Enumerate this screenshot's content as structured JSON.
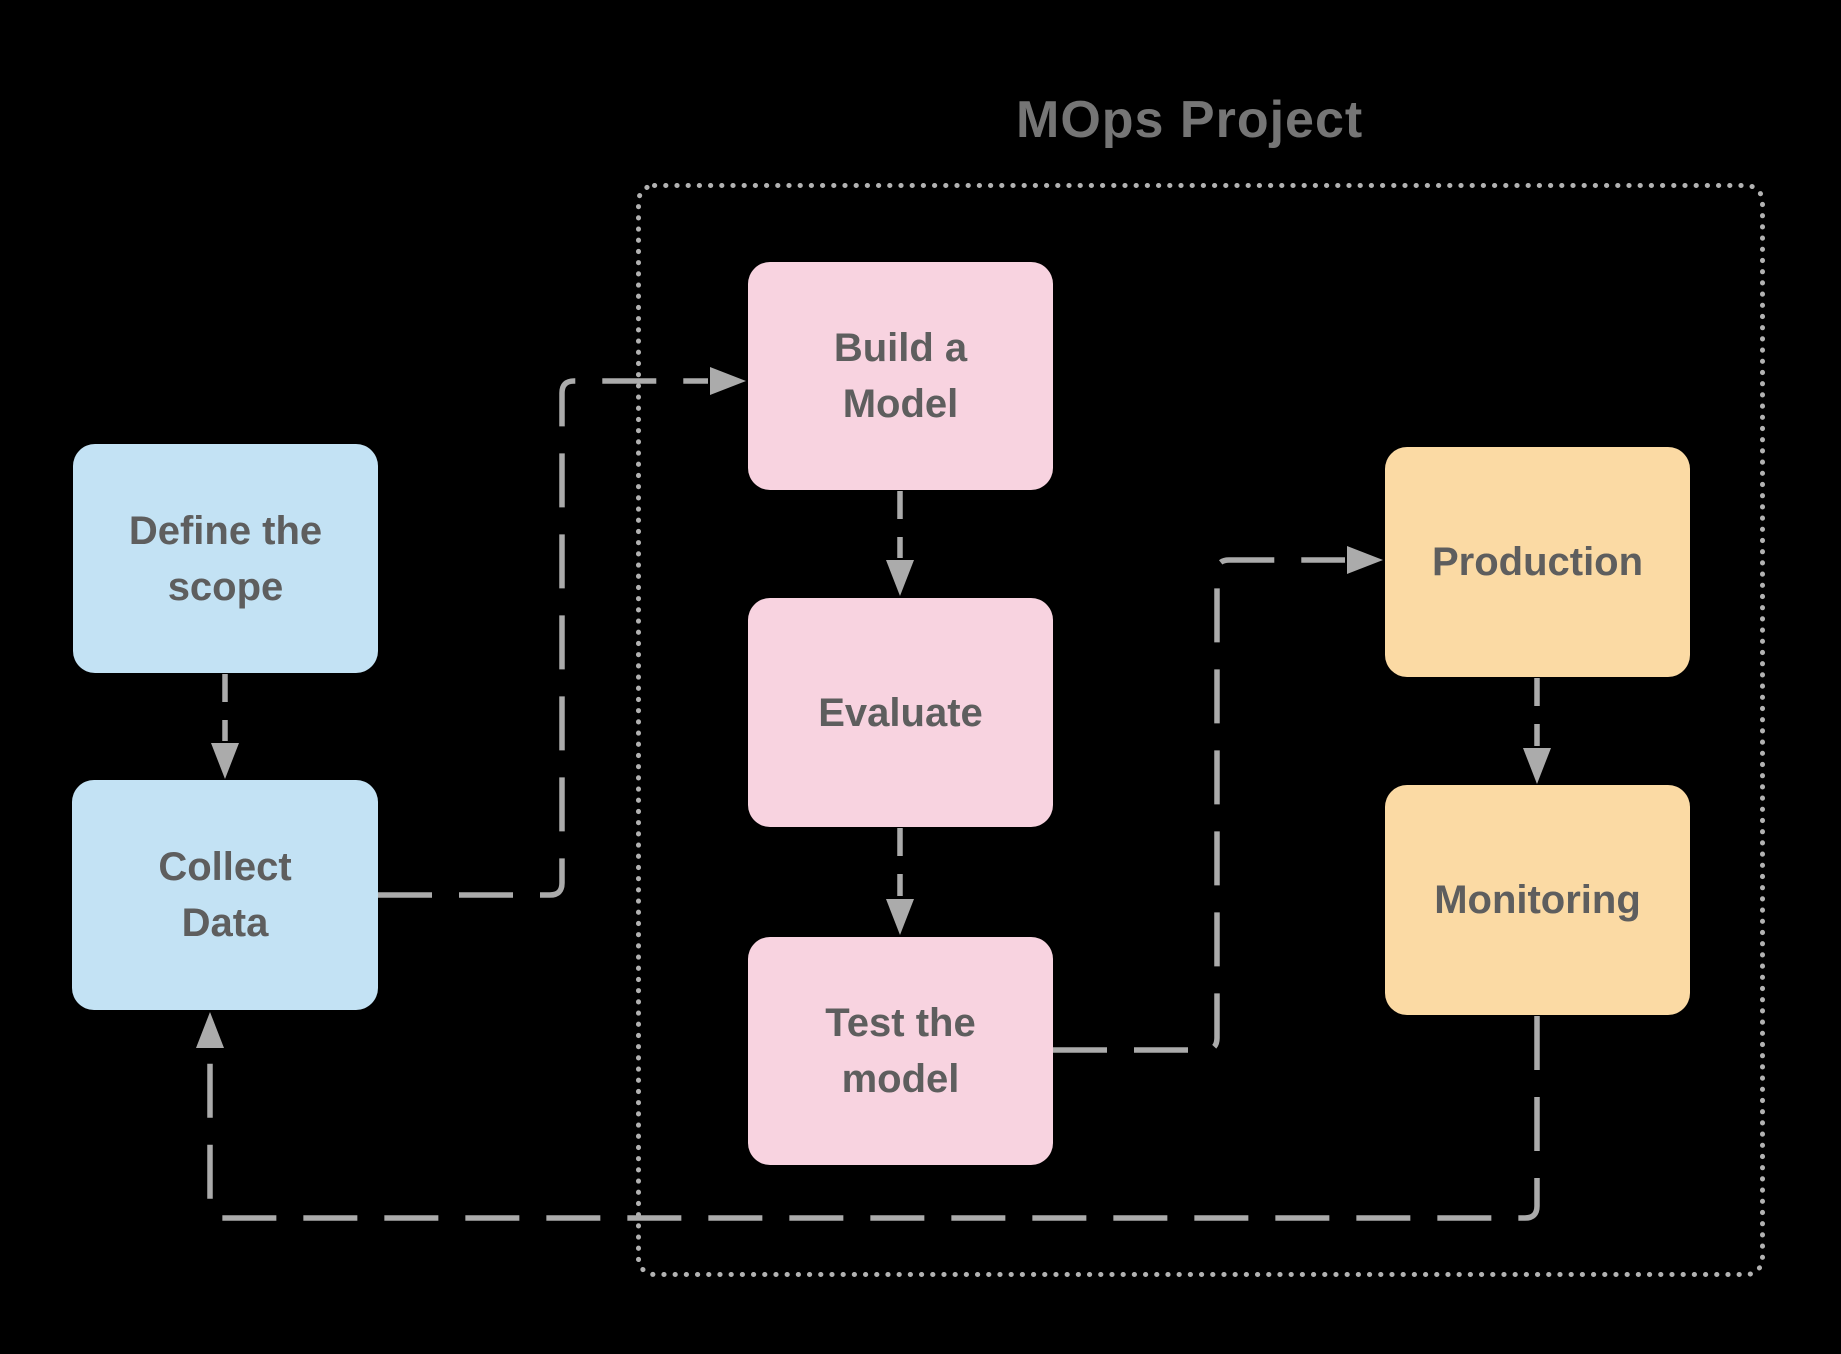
{
  "title": "MOps Project",
  "group": {
    "label": "MOps Project",
    "border_style": "dotted",
    "members": [
      "build_model",
      "evaluate",
      "test_model",
      "production",
      "monitoring"
    ]
  },
  "nodes": {
    "define_scope": {
      "label": "Define the\nscope",
      "fill": "#C3E2F4"
    },
    "collect_data": {
      "label": "Collect\nData",
      "fill": "#C3E2F4"
    },
    "build_model": {
      "label": "Build a\nModel",
      "fill": "#F8D3E0"
    },
    "evaluate": {
      "label": "Evaluate",
      "fill": "#F8D3E0"
    },
    "test_model": {
      "label": "Test the\nmodel",
      "fill": "#F8D3E0"
    },
    "production": {
      "label": "Production",
      "fill": "#FBDAA4"
    },
    "monitoring": {
      "label": "Monitoring",
      "fill": "#FBDAA4"
    }
  },
  "edges": [
    {
      "from": "define_scope",
      "to": "collect_data",
      "style": "dashed-arrow"
    },
    {
      "from": "collect_data",
      "to": "build_model",
      "style": "dashed-arrow"
    },
    {
      "from": "build_model",
      "to": "evaluate",
      "style": "dashed-arrow"
    },
    {
      "from": "evaluate",
      "to": "test_model",
      "style": "dashed-arrow"
    },
    {
      "from": "test_model",
      "to": "production",
      "style": "dashed-arrow"
    },
    {
      "from": "production",
      "to": "monitoring",
      "style": "dashed-arrow"
    },
    {
      "from": "monitoring",
      "to": "collect_data",
      "style": "dashed-arrow"
    }
  ],
  "colors": {
    "background": "#000000",
    "node_blue": "#C3E2F4",
    "node_pink": "#F8D3E0",
    "node_orange": "#FBDAA4",
    "node_text": "#5E5E5E",
    "title_text": "#757575",
    "connector": "#ABABAB",
    "group_border": "#B2B2B2"
  }
}
